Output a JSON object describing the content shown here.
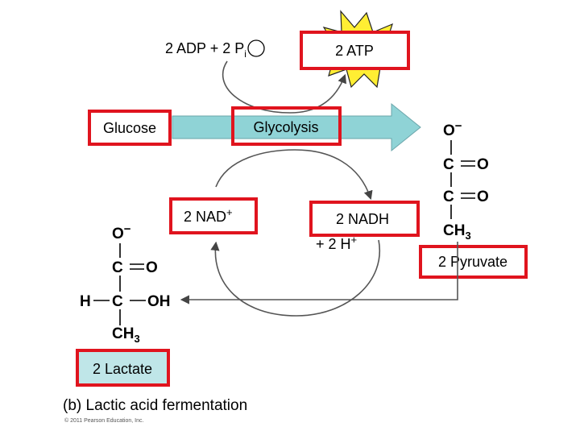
{
  "reactants": {
    "adp_prefix": "2 ADP + 2 ",
    "pi_symbol": "P",
    "pi_sub": "i"
  },
  "atp": {
    "label": "2 ATP",
    "color": "#ffee33"
  },
  "glucose": {
    "label": "Glucose"
  },
  "glycolysis": {
    "label": "Glycolysis",
    "arrow_color": "#8fd3d6"
  },
  "nad": {
    "label": "2 NAD",
    "charge": "+"
  },
  "nadh": {
    "label": "2 NADH",
    "protons": "+ 2 H",
    "charge": "+"
  },
  "pyruvate": {
    "label": "2 Pyruvate",
    "atoms": {
      "o_minus": "O",
      "minus": "−",
      "c": "C",
      "o": "O",
      "ch": "CH",
      "sub3": "3"
    }
  },
  "lactate": {
    "label": "2 Lactate",
    "box_fill": "#bfe6e8",
    "atoms": {
      "o_minus": "O",
      "minus": "−",
      "c": "C",
      "o": "O",
      "h": "H",
      "oh": "OH",
      "ch": "CH",
      "sub3": "3"
    }
  },
  "caption": {
    "text": "(b) Lactic acid fermentation"
  },
  "copyright": {
    "text": "© 2011 Pearson Education, Inc."
  },
  "colors": {
    "highlight": "#e0141e"
  }
}
